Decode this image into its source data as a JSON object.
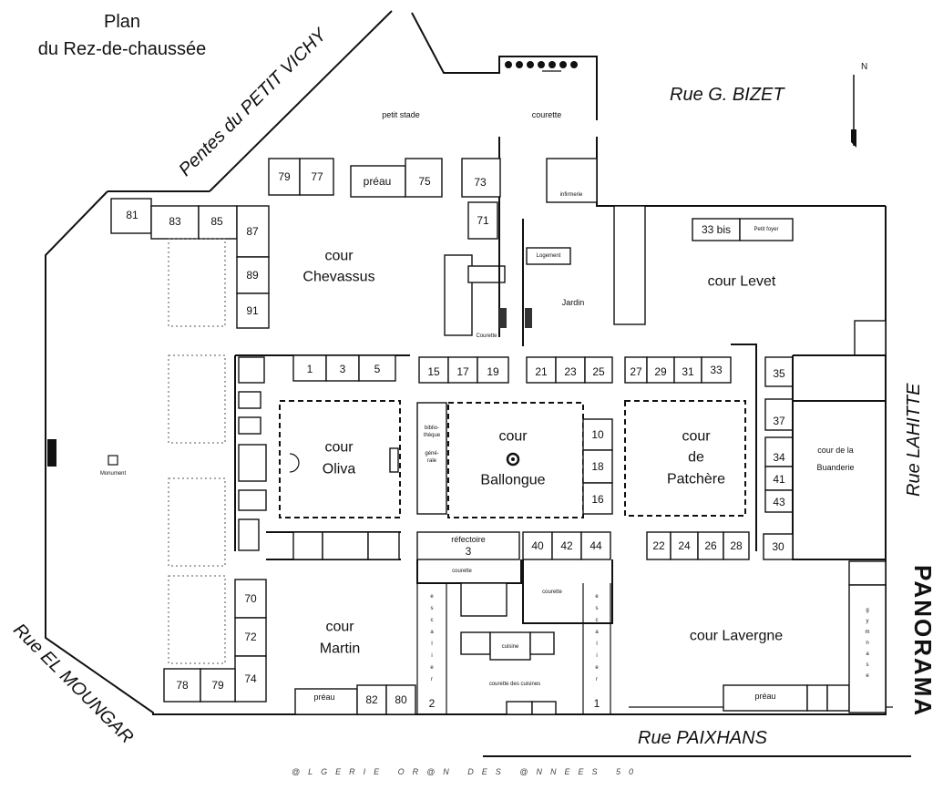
{
  "title": {
    "line1": "Plan",
    "line2": "du Rez-de-chaussée"
  },
  "streets": {
    "pentes": "Pentes du PETIT VICHY",
    "bizet": "Rue G. BIZET",
    "lahitte": "Rue LAHITTE",
    "moungar": "Rue EL MOUNGAR",
    "paixhans": "Rue PAIXHANS"
  },
  "north": "N",
  "courts": {
    "chevassus": [
      "cour",
      "Chevassus"
    ],
    "levet": "cour Levet",
    "oliva": [
      "cour",
      "Oliva"
    ],
    "ballongue": [
      "cour",
      "Ballongue"
    ],
    "patchere": [
      "cour",
      "de",
      "Patchère"
    ],
    "buanderie": [
      "cour de la",
      "Buanderie"
    ],
    "martin": [
      "cour",
      "Martin"
    ],
    "lavergne": "cour Lavergne"
  },
  "areas": {
    "petit_stade": "petit stade",
    "courette_top": "courette",
    "preau_top": "préau",
    "infirmerie": "infirmerie",
    "logement": "Logement",
    "jardin": "Jardin",
    "courette_mid": "Courette",
    "petit_foyer": "Petit foyer",
    "monument": "Monument",
    "bibliotheque": [
      "biblio-",
      "thèque",
      "géné-",
      "rale"
    ],
    "refectoire": "réfectoire",
    "courette_a": "courette",
    "courette_b": "courette",
    "cuisine": "cuisine",
    "courette_cuisines": "courette des cuisines",
    "preau_bottom": "préau",
    "preau_right": "préau",
    "escalier_left": [
      "e",
      "s",
      "c",
      "a",
      "l",
      "i",
      "e",
      "r"
    ],
    "escalier_right": [
      "e",
      "s",
      "c",
      "a",
      "l",
      "i",
      "e",
      "r"
    ],
    "gymnase": [
      "g",
      "y",
      "m",
      "n",
      "a",
      "s",
      "e"
    ]
  },
  "rooms": {
    "top": [
      "79",
      "77",
      "75",
      "73",
      "71"
    ],
    "nw": [
      "81",
      "83",
      "85",
      "87",
      "89",
      "91"
    ],
    "row_odd_left": [
      "1",
      "3",
      "5"
    ],
    "row_odd_mid": [
      "15",
      "17",
      "19"
    ],
    "row_odd_right": [
      "21",
      "23",
      "25",
      "27",
      "29",
      "31",
      "33"
    ],
    "r33bis": "33 bis",
    "east": [
      "35",
      "37",
      "34",
      "41",
      "43"
    ],
    "center": [
      "10",
      "18",
      "16"
    ],
    "refectoire_num": "3",
    "row_even_mid": [
      "40",
      "42",
      "44"
    ],
    "row_even_right": [
      "22",
      "24",
      "26",
      "28"
    ],
    "r30": "30",
    "sw": [
      "70",
      "72",
      "74",
      "78",
      "79"
    ],
    "bottom": [
      "82",
      "80"
    ],
    "escalier_nums": [
      "2",
      "1"
    ]
  },
  "watermark": "@LGERIE OR@N DES @NNEES 50",
  "side_tag": "PANORAMA"
}
